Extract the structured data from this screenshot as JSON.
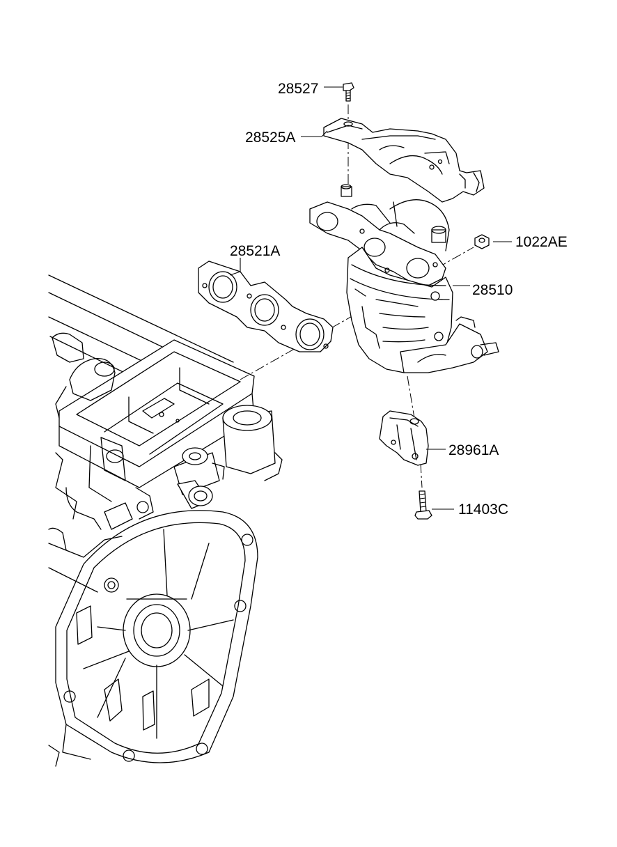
{
  "parts": [
    {
      "id": "bolt-top",
      "label": "28527"
    },
    {
      "id": "heat-protector",
      "label": "28525A"
    },
    {
      "id": "gasket",
      "label": "28521A"
    },
    {
      "id": "nut",
      "label": "1022AE"
    },
    {
      "id": "manifold-converter",
      "label": "28510"
    },
    {
      "id": "stay-bracket",
      "label": "28961A"
    },
    {
      "id": "bolt-bottom",
      "label": "11403C"
    }
  ]
}
